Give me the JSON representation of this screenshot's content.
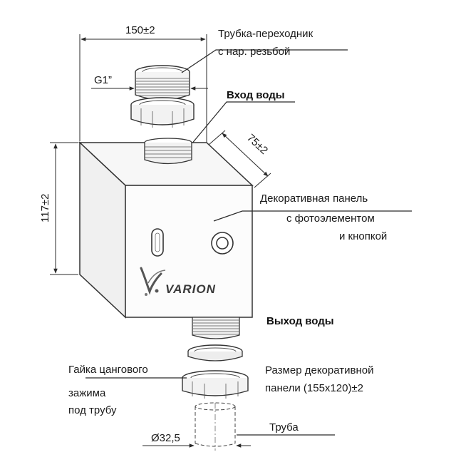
{
  "dimensions": {
    "width_top": "150±2",
    "depth": "75±2",
    "height": "117±2",
    "thread": "G1”",
    "pipe_diameter": "Ø32,5"
  },
  "labels": {
    "adapter_line1": "Трубка-переходник",
    "adapter_line2": "с нар. резьбой",
    "water_in": "Вход воды",
    "panel_line1": "Декоративная панель",
    "panel_line2": "с фотоэлементом",
    "panel_line3": "и кнопкой",
    "water_out": "Выход воды",
    "nut_line1": "Гайка цангового",
    "nut_line2": "зажима",
    "nut_line3": "под трубу",
    "panel_size_line1": "Размер декоративной",
    "panel_size_line2": "панели  (155x120)±2",
    "pipe": "Труба"
  },
  "brand": {
    "name": "VARION"
  }
}
